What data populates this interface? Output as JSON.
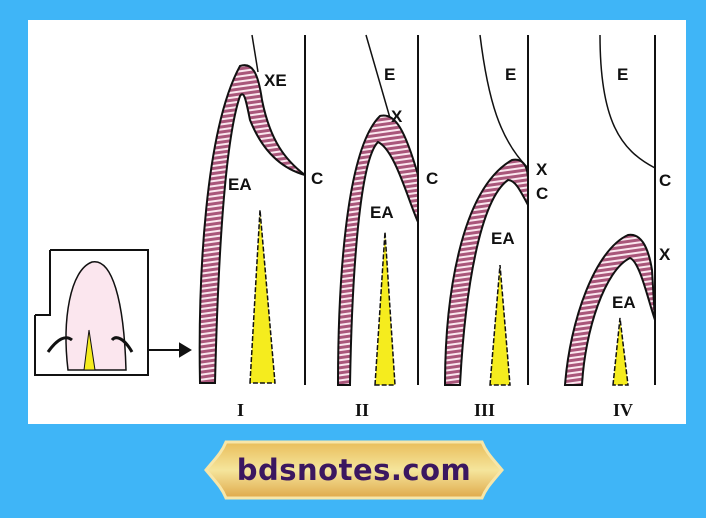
{
  "diagram": {
    "stages": [
      {
        "numeral": "I",
        "labels": {
          "top": "XE",
          "middle": "EA",
          "side": "C"
        }
      },
      {
        "numeral": "II",
        "labels": {
          "top": "E",
          "junction": "X",
          "middle": "EA",
          "side": "C"
        }
      },
      {
        "numeral": "III",
        "labels": {
          "top": "E",
          "junction": "X",
          "side": "C",
          "middle": "EA"
        }
      },
      {
        "numeral": "IV",
        "labels": {
          "top": "E",
          "side": "C",
          "junction": "X",
          "middle": "EA"
        }
      }
    ],
    "colors": {
      "epithelium": "#b0607f",
      "pulp": "#f5ec1e",
      "background": "#3fb5f7",
      "banner_text": "#3b1760"
    }
  },
  "banner": {
    "text": "bdsnotes.com"
  }
}
